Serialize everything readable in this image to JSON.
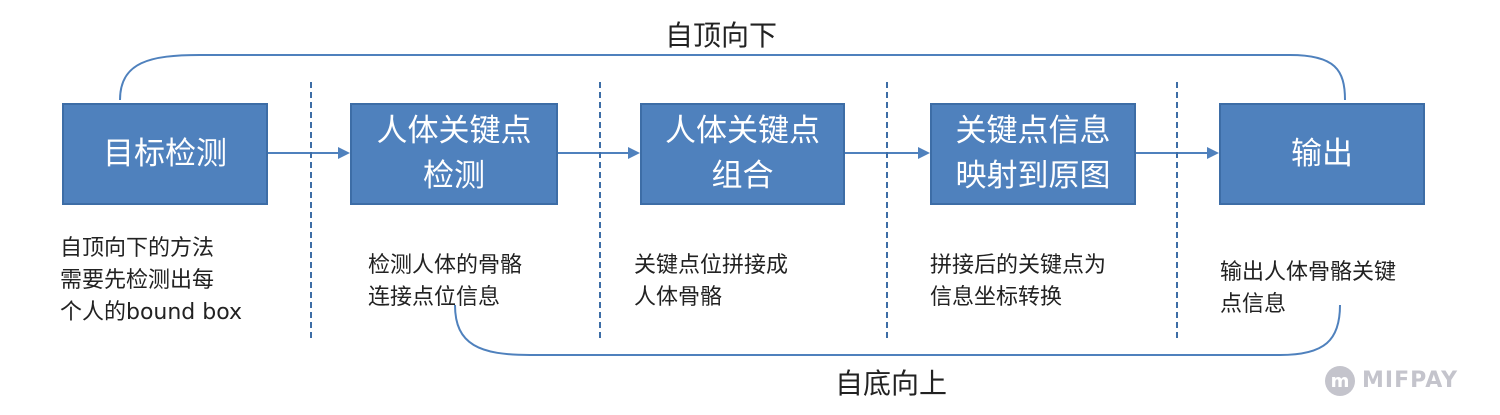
{
  "top_label": "自顶向下",
  "bottom_label": "自底向上",
  "stages": [
    {
      "title": "目标检测",
      "description": "自顶向下的方法\n需要先检测出每\n个人的bound box"
    },
    {
      "title": "人体关键点\n检测",
      "description": "检测人体的骨骼\n连接点位信息"
    },
    {
      "title": "人体关键点\n组合",
      "description": "关键点位拼接成\n人体骨骼"
    },
    {
      "title": "关键点信息\n映射到原图",
      "description": "拼接后的关键点为\n信息坐标转换"
    },
    {
      "title": "输出",
      "description": "输出人体骨骼关键\n点信息"
    }
  ],
  "watermark": {
    "text": "MIFPAY"
  },
  "colors": {
    "box_fill": "#4f81bd",
    "line": "#4f81bd",
    "text": "#222222"
  }
}
